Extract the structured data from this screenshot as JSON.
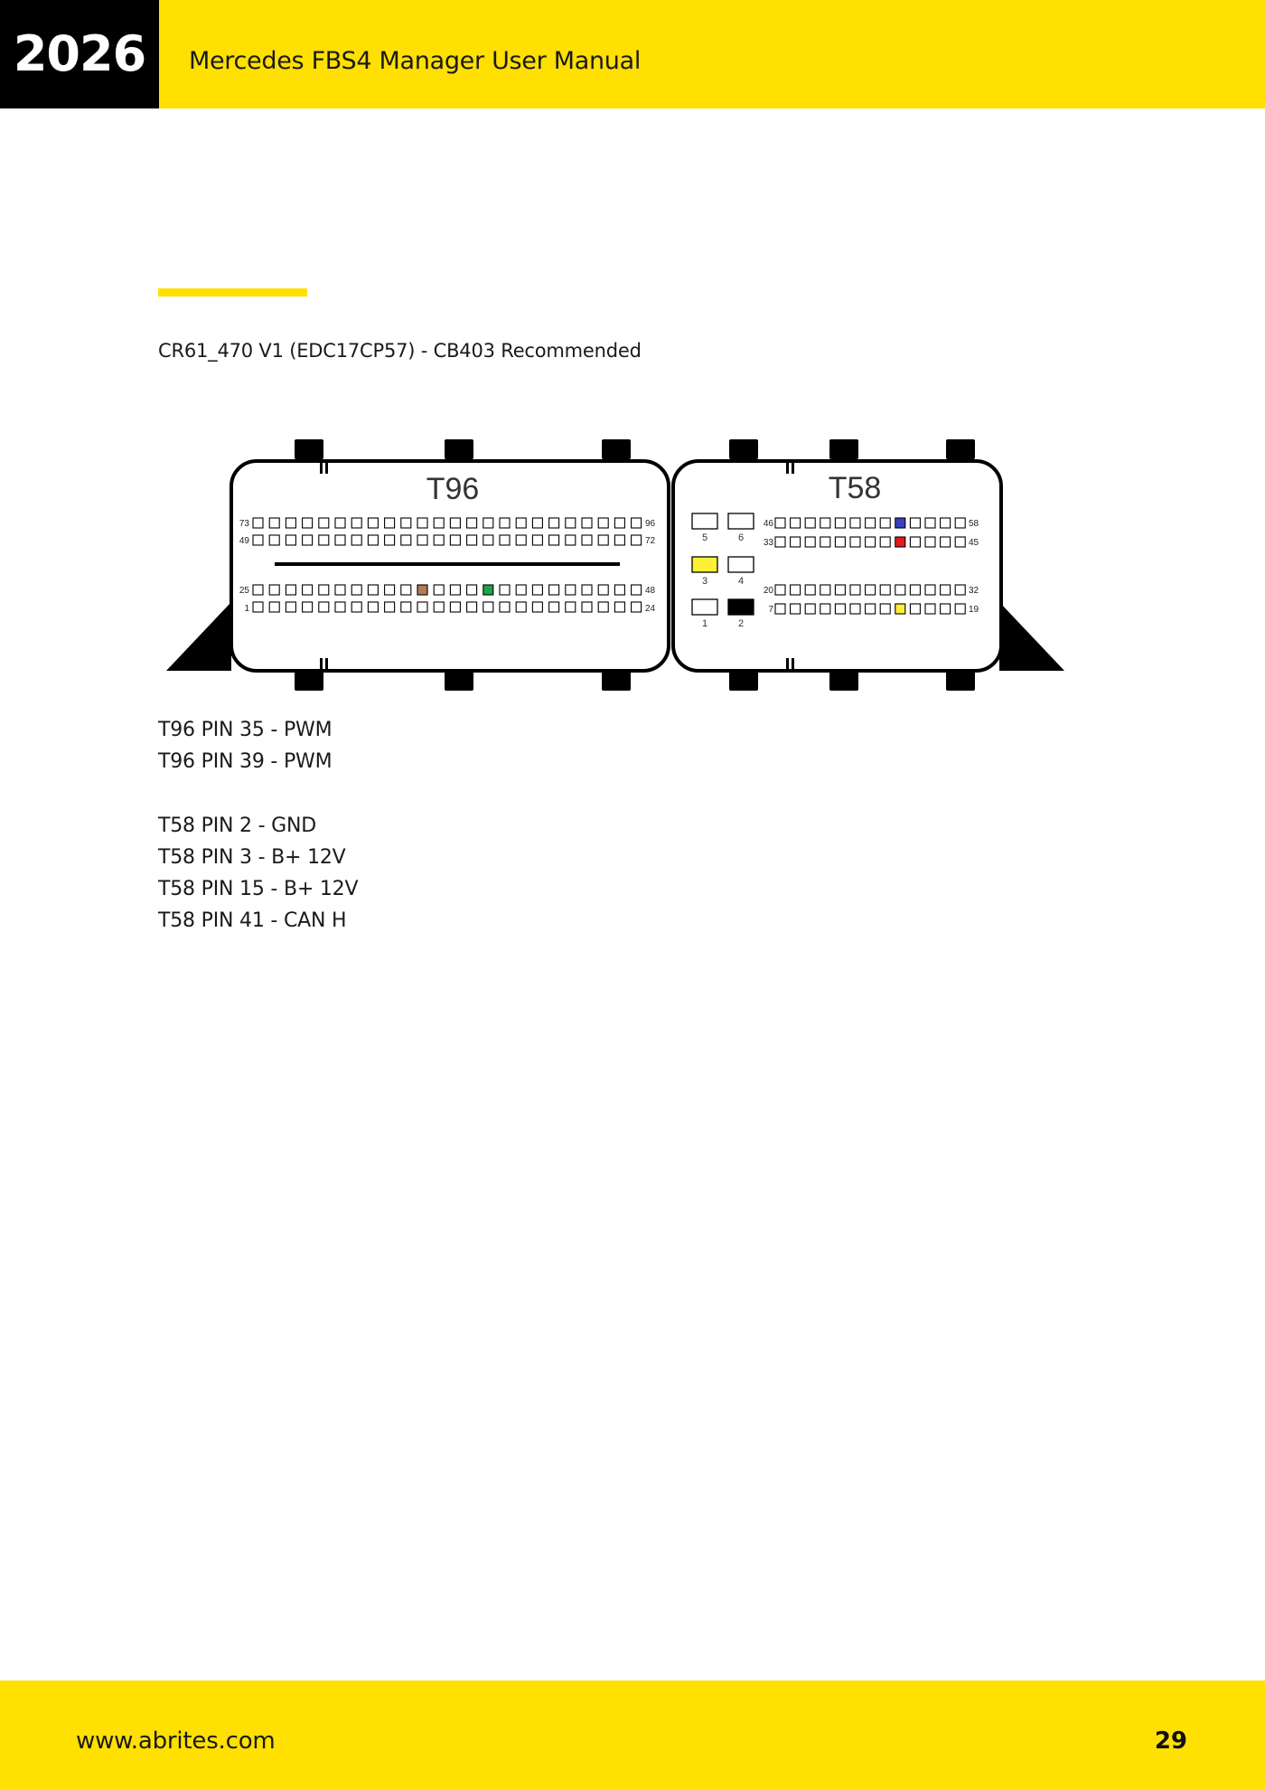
{
  "header": {
    "year": "2026",
    "title": "Mercedes FBS4 Manager User Manual"
  },
  "section": {
    "title": "CR61_470 V1 (EDC17CP57) - CB403 Recommended"
  },
  "diagram": {
    "connector_t96": {
      "label": "T96",
      "row_labels": {
        "row1_left": "73",
        "row1_right": "96",
        "row2_left": "49",
        "row2_right": "72",
        "row3_left": "25",
        "row3_right": "48",
        "row4_left": "1",
        "row4_right": "24"
      },
      "highlighted_pins": [
        {
          "row": 3,
          "index": 10,
          "color": "#b57a56"
        },
        {
          "row": 3,
          "index": 14,
          "color": "#1fa34a"
        }
      ]
    },
    "connector_t58": {
      "label": "T58",
      "large_pins": [
        {
          "label": "5",
          "color": "#ffffff"
        },
        {
          "label": "6",
          "color": "#ffffff"
        },
        {
          "label": "3",
          "color": "#fff035"
        },
        {
          "label": "4",
          "color": "#ffffff"
        },
        {
          "label": "1",
          "color": "#ffffff"
        },
        {
          "label": "2",
          "color": "#000000"
        }
      ],
      "row_labels": {
        "row1_left": "46",
        "row1_right": "58",
        "row2_left": "33",
        "row2_right": "45",
        "row3_left": "20",
        "row3_right": "32",
        "row4_left": "7",
        "row4_right": "19"
      },
      "highlighted_pins": [
        {
          "row": 1,
          "index": 8,
          "color": "#3b3fc4"
        },
        {
          "row": 2,
          "index": 8,
          "color": "#e31b1b"
        },
        {
          "row": 4,
          "index": 8,
          "color": "#fff035"
        }
      ]
    }
  },
  "pins": [
    "T96 PIN 35 - PWM",
    "T96 PIN 39 - PWM",
    "T58 PIN 2 - GND",
    "T58 PIN 3 - B+ 12V",
    "T58 PIN 15 - B+ 12V",
    "T58 PIN 41 - CAN H"
  ],
  "footer": {
    "url": "www.abrites.com",
    "page_number": "29"
  }
}
